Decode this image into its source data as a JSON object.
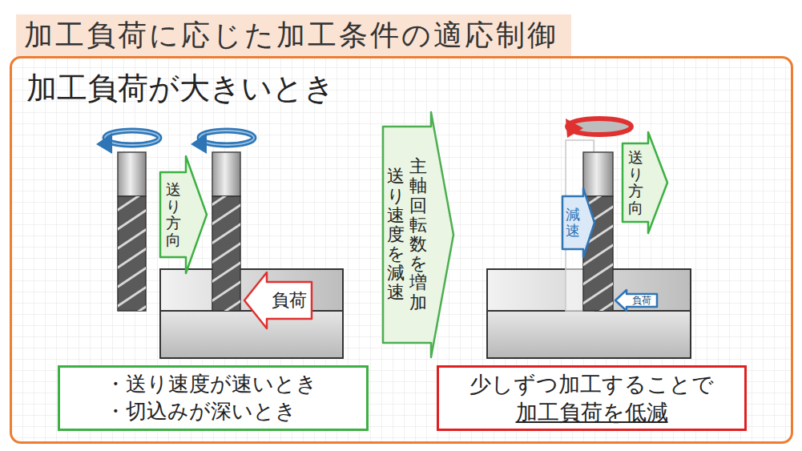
{
  "diagram": {
    "title": "加工負荷に応じた加工条件の適応制御",
    "nodes": [
      {
        "text": [
          "加工負荷が大きいとき"
        ]
      },
      {
        "text": [
          "・送り速度が速いとき",
          "・切込みが深いとき"
        ],
        "in": 0
      },
      {
        "text": [
          "少しずつ加工することで",
          "加工負荷を低減"
        ],
        "in": 0
      },
      {
        "text": [
          "送り方向"
        ],
        "in": 0
      },
      {
        "text": [
          "負荷"
        ],
        "in": 0
      },
      {
        "text": [
          "主軸回転数を増加",
          "送り速度を減速"
        ],
        "in": 0
      },
      {
        "text": [
          "減速"
        ],
        "in": 0
      },
      {
        "text": [
          "送り方向"
        ],
        "in": 0
      },
      {
        "text": [
          "負荷"
        ],
        "in": 0
      }
    ]
  }
}
